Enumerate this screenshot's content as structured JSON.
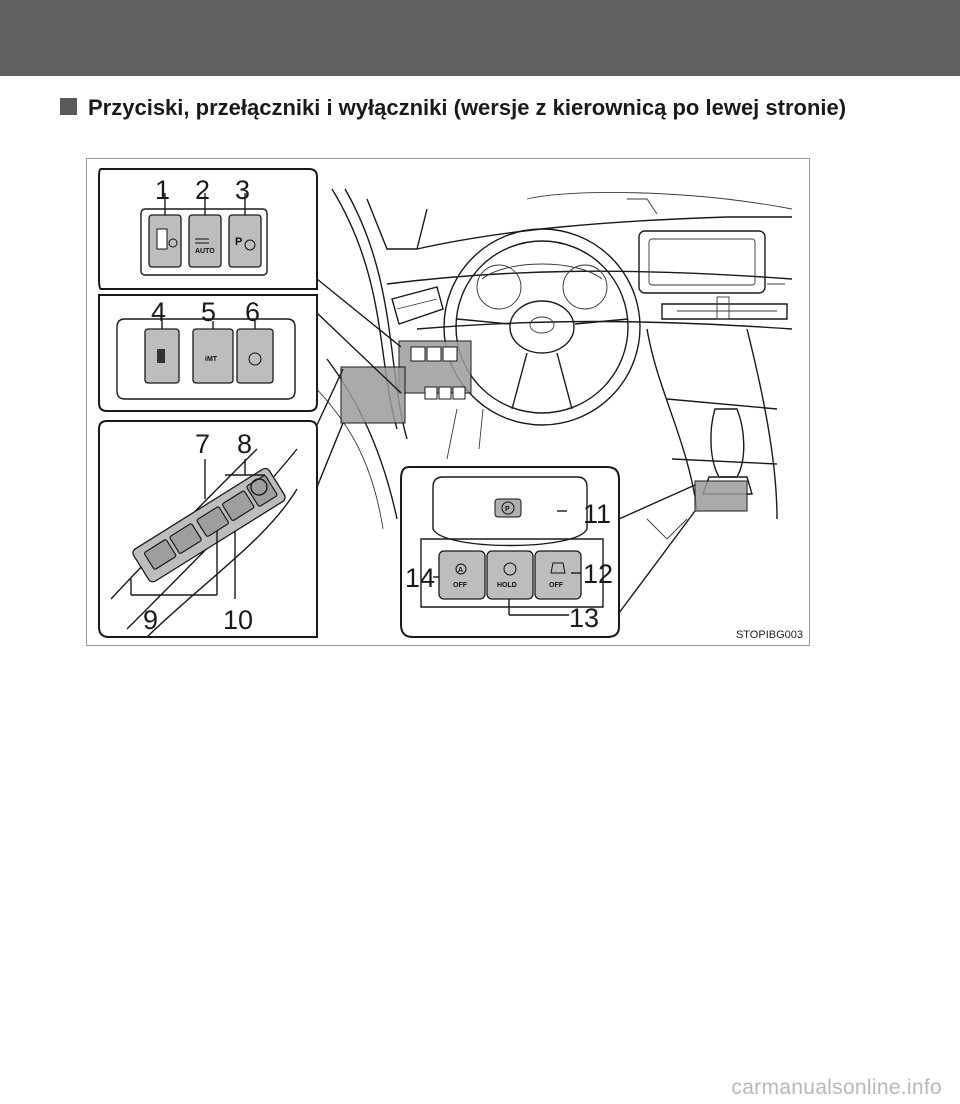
{
  "header": {
    "heading": "Przyciski, przełączniki i wyłączniki (wersje z kierownicą po lewej stronie)",
    "bullet_color": "#5a5a5a"
  },
  "figure": {
    "code": "STOPIBG003",
    "callouts": [
      "1",
      "2",
      "3",
      "4",
      "5",
      "6",
      "7",
      "8",
      "9",
      "10",
      "11",
      "12",
      "13",
      "14"
    ],
    "switch_labels": {
      "auto": "AUTO",
      "p": "P",
      "imt": "iMT",
      "hold": "HOLD",
      "off": "OFF",
      "a": "A",
      "parking": "P"
    }
  },
  "footer": {
    "watermark": "carmanualsonline.info"
  },
  "colors": {
    "band": "#616161",
    "panel_fill": "#bdbdbd",
    "line": "#1a1a1a"
  }
}
